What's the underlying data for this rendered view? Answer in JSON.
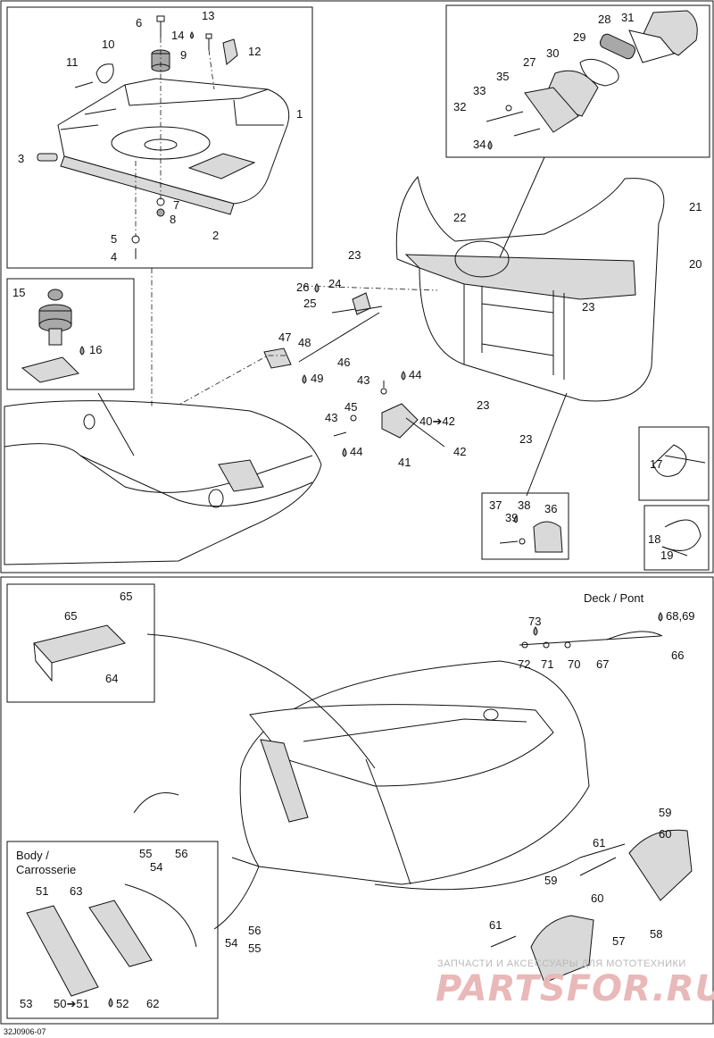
{
  "labels": {
    "l1": "1",
    "l2": "2",
    "l3": "3",
    "l4": "4",
    "l5": "5",
    "l6": "6",
    "l7": "7",
    "l8": "8",
    "l9": "9",
    "l10": "10",
    "l11": "11",
    "l12": "12",
    "l13": "13",
    "l14": "14",
    "l15": "15",
    "l16": "16",
    "l17": "17",
    "l18": "18",
    "l19": "19",
    "l20": "20",
    "l21": "21",
    "l22": "22",
    "l23a": "23",
    "l23b": "23",
    "l23c": "23",
    "l23d": "23",
    "l24": "24",
    "l25": "25",
    "l26": "26",
    "l27": "27",
    "l28": "28",
    "l29": "29",
    "l30": "30",
    "l31": "31",
    "l32": "32",
    "l33": "33",
    "l34": "34",
    "l35": "35",
    "l36": "36",
    "l37": "37",
    "l38": "38",
    "l39": "39",
    "l4042": "40➔42",
    "l41": "41",
    "l42": "42",
    "l43a": "43",
    "l43b": "43",
    "l44a": "44",
    "l44b": "44",
    "l45": "45",
    "l46": "46",
    "l47": "47",
    "l48": "48",
    "l49": "49",
    "l5051": "50➔51",
    "l51": "51",
    "l52": "52",
    "l53": "53",
    "l54a": "54",
    "l54b": "54",
    "l55a": "55",
    "l55b": "55",
    "l56a": "56",
    "l56b": "56",
    "l57": "57",
    "l58": "58",
    "l59a": "59",
    "l59b": "59",
    "l60a": "60",
    "l60b": "60",
    "l61a": "61",
    "l61b": "61",
    "l62": "62",
    "l63": "63",
    "l64": "64",
    "l65a": "65",
    "l65b": "65",
    "l66": "66",
    "l67": "67",
    "l6869": "68,69",
    "l70": "70",
    "l71": "71",
    "l72": "72",
    "l73": "73"
  },
  "captions": {
    "deck_pont": "Deck / Pont",
    "body_line1": "Body /",
    "body_line2": "Carrosserie"
  },
  "drawing_ref": "32J0906-07",
  "watermark": {
    "line1": "ЗАПЧАСТИ И АКСЕССУАРЫ ДЛЯ МОТОТЕХНИКИ",
    "line2": "PARTSFOR.RU"
  }
}
